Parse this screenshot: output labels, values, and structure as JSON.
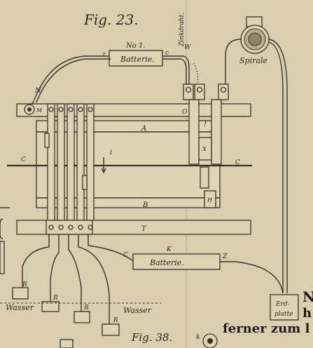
{
  "figure": {
    "title": "Fig. 23.",
    "bottom_caption": "Fig. 38."
  },
  "labels": {
    "battery_top_number": "No 1.",
    "battery_top": "Batterie.",
    "battery_bottom": "Batterie.",
    "spiral": "Spirale",
    "zinkdraht": "Zinkdraht.",
    "earth_plate_line1": "Erd-",
    "earth_plate_line2": "platte",
    "water_left": "Wasser",
    "water_right": "Wasser",
    "letter_z_top": "z",
    "letter_c_top": "c",
    "letter_W": "W",
    "letter_N": "N",
    "letter_M": "M",
    "letter_O": "O",
    "letter_A": "A",
    "letter_B": "B",
    "letter_T": "T",
    "letter_K": "K",
    "letter_H": "H",
    "letter_C_left": "C",
    "letter_C_right": "C",
    "letter_C_bottom": "C",
    "letter_z_bottom": "Z",
    "letter_k": "k",
    "letter_R1": "R",
    "letter_R2": "R",
    "letter_R3": "R",
    "letter_R4": "R",
    "letter_f": "f",
    "letter_X": "X",
    "letter_c_small": "c",
    "letter_arrow_1": "1"
  },
  "side_text": {
    "line1": "N",
    "line2": "h",
    "line3": "ferner zum l"
  }
}
